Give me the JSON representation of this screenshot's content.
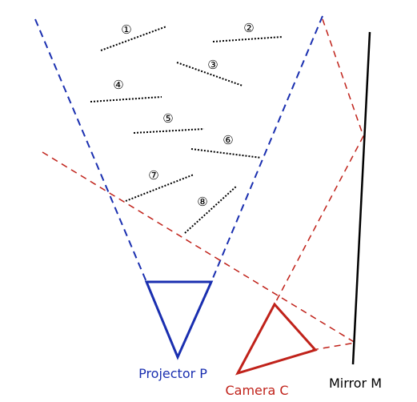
{
  "colors": {
    "projector": "#1a2fb0",
    "camera": "#c0221a",
    "mirror": "#000000",
    "segment": "#000000",
    "background": "#ffffff"
  },
  "labels": {
    "projector": "Projector P",
    "camera": "Camera C",
    "mirror": "Mirror M"
  },
  "segment_numbers": [
    "①",
    "②",
    "③",
    "④",
    "⑤",
    "⑥",
    "⑦",
    "⑧"
  ]
}
